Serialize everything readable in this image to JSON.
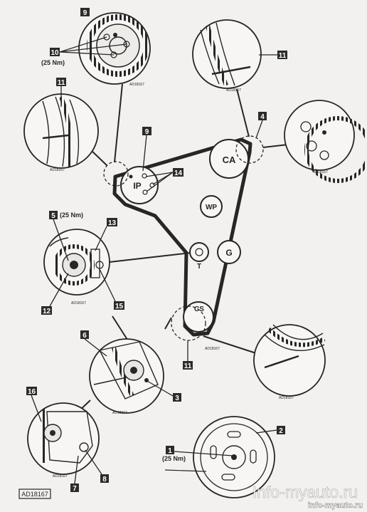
{
  "pulleys": {
    "ca": "CA",
    "ip": "IP",
    "wp": "WP",
    "g": "G",
    "t": "T",
    "cs": "CS"
  },
  "callouts": {
    "n9_top": "9",
    "n10": "10",
    "n11_left": "11",
    "n11_right": "11",
    "n9_mid": "9",
    "n4": "4",
    "n14": "14",
    "n5": "5",
    "n13": "13",
    "n12": "12",
    "n15": "15",
    "n11_bottom": "11",
    "n6": "6",
    "n3": "3",
    "n16": "16",
    "n7": "7",
    "n8": "8",
    "n1": "1",
    "n2": "2"
  },
  "torques": {
    "t10": "(25 Nm)",
    "t5": "(25 Nm)",
    "t1": "(25 Nm)"
  },
  "codes": {
    "main": "AD18167",
    "small": "AD18167"
  },
  "watermark": {
    "line1": "Info-myauto.ru",
    "line2": "info-myauto.ru"
  },
  "colors": {
    "ink": "#262626",
    "paper": "#f2f1ef",
    "label_bg": "#2b2b2b",
    "label_text": "#ffffff",
    "watermark": "#ffffff"
  }
}
